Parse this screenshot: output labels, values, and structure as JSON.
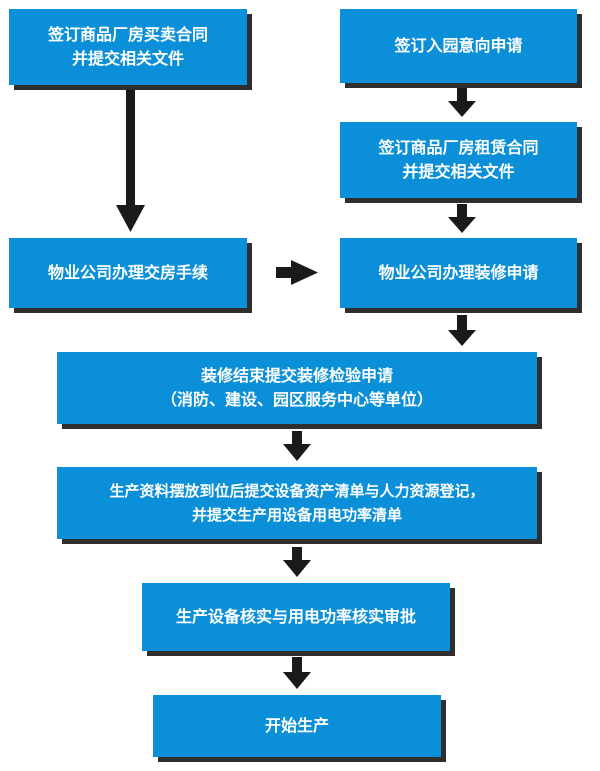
{
  "colors": {
    "box_fill": "#0a8fd8",
    "box_text": "#ffffff",
    "box_shadow": "#2f2f2f",
    "arrow": "#1a1a1a"
  },
  "boxes": {
    "buy_contract": {
      "line1": "签订商品厂房买卖合同",
      "line2": "并提交相关文件"
    },
    "intent_application": {
      "line1": "签订入园意向申请"
    },
    "lease_contract": {
      "line1": "签订商品厂房租赁合同",
      "line2": "并提交相关文件"
    },
    "handover": {
      "line1": "物业公司办理交房手续"
    },
    "renovation_application": {
      "line1": "物业公司办理装修申请"
    },
    "inspection": {
      "line1": "装修结束提交装修检验申请",
      "line2": "（消防、建设、园区服务中心等单位）"
    },
    "equipment_register": {
      "line1": "生产资料摆放到位后提交设备资产清单与人力资源登记，",
      "line2": "并提交生产用设备用电功率清单"
    },
    "approval": {
      "line1": "生产设备核实与用电功率核实审批"
    },
    "start": {
      "line1": "开始生产"
    }
  }
}
